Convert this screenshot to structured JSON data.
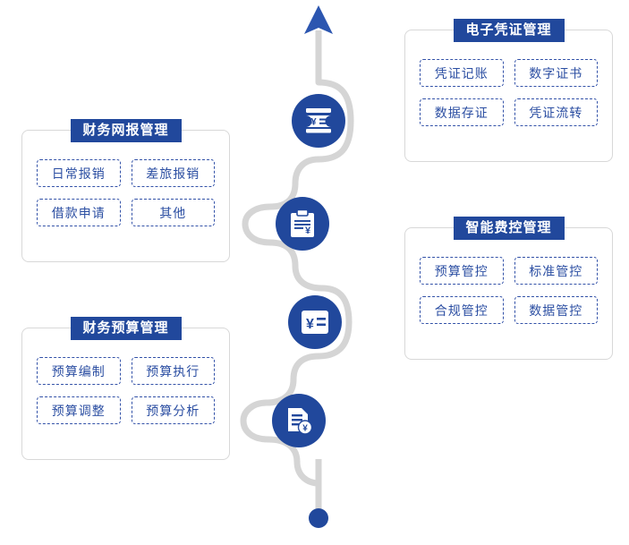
{
  "diagram": {
    "title_semantic": "financial-management-process-timeline",
    "accent_color": "#21489c",
    "chip_border_color": "#3352a8",
    "panel_border_color": "#d8d8d8",
    "connector_color": "#d5d5d5"
  },
  "timeline": {
    "arrow_name": "up-arrow-head",
    "end_dot_name": "end-dot",
    "nodes": [
      {
        "icon": "voucher-yen-icon",
        "order": "1"
      },
      {
        "icon": "clipboard-yen-icon",
        "order": "2"
      },
      {
        "icon": "yen-card-icon",
        "order": "3"
      },
      {
        "icon": "document-yen-badge-icon",
        "order": "4"
      }
    ]
  },
  "panels": [
    {
      "id": "wangbao",
      "title": "财务网报管理",
      "chips": [
        "日常报销",
        "差旅报销",
        "借款申请",
        "其他"
      ]
    },
    {
      "id": "yusuan",
      "title": "财务预算管理",
      "chips": [
        "预算编制",
        "预算执行",
        "预算调整",
        "预算分析"
      ]
    },
    {
      "id": "pingzheng",
      "title": "电子凭证管理",
      "chips": [
        "凭证记账",
        "数字证书",
        "数据存证",
        "凭证流转"
      ]
    },
    {
      "id": "feikong",
      "title": "智能费控管理",
      "chips": [
        "预算管控",
        "标准管控",
        "合规管控",
        "数据管控"
      ]
    }
  ]
}
